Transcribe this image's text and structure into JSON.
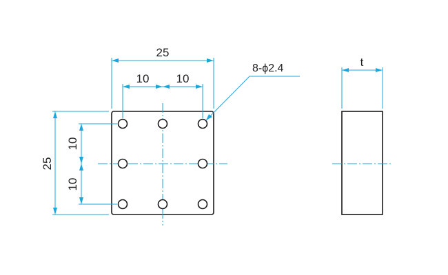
{
  "front_view": {
    "overall_width": "25",
    "hole_pitch_left": "10",
    "hole_pitch_right": "10",
    "overall_height": "25",
    "hole_pitch_upper": "10",
    "hole_pitch_lower": "10",
    "hole_callout": "8-ϕ2.4"
  },
  "side_view": {
    "thickness": "t"
  },
  "colors": {
    "dimension": "#1aa7dc",
    "outline": "#1a1a1a"
  }
}
